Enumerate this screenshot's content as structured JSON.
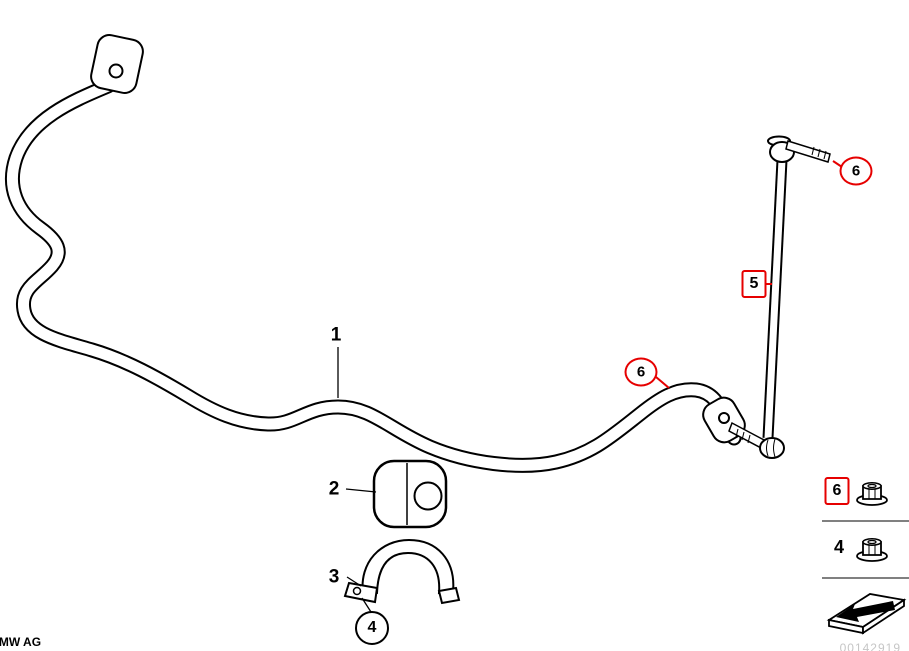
{
  "callouts": {
    "stabilizer_bar": "1",
    "rubber_mount": "2",
    "bracket": "3",
    "nut_small": "4",
    "swing_support": "5",
    "nut_flange": "6"
  },
  "legend": {
    "rows": [
      {
        "label": "6",
        "icon": "flange-nut-icon",
        "highlighted": true
      },
      {
        "label": "4",
        "icon": "flange-nut-icon",
        "highlighted": false
      },
      {
        "label": "",
        "icon": "direction-arrow-icon",
        "highlighted": false
      }
    ]
  },
  "footer": {
    "copyright": "© BMW AG",
    "diagram_number": "00142919"
  },
  "colors": {
    "highlight": "#e60000",
    "line": "#000000",
    "diagram_number_gray": "#c6c6c6"
  }
}
